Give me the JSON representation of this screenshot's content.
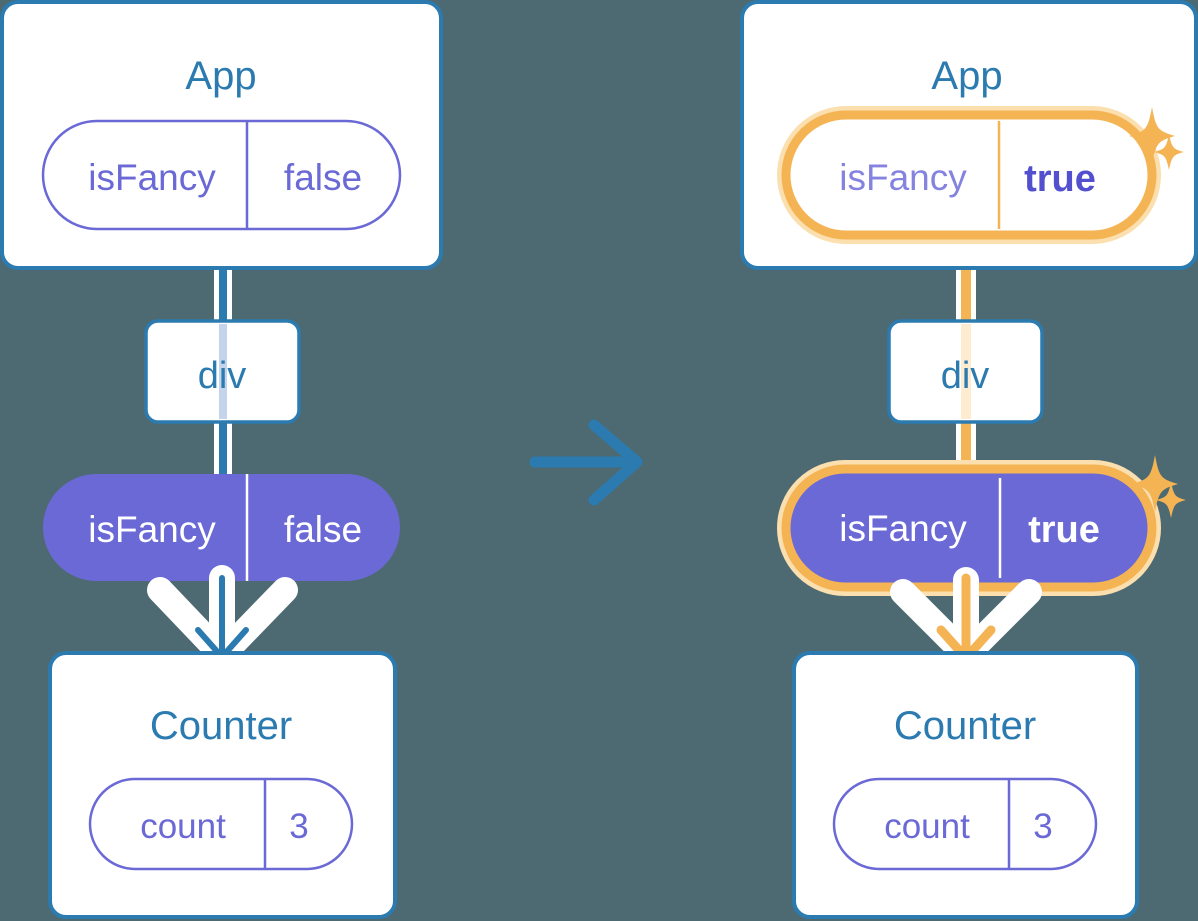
{
  "meta": {
    "title": "State propagation from App down to Counter",
    "background_color": "#4d6a72"
  },
  "colors": {
    "background": "#4d6a72",
    "box_border": "#2b7bb0",
    "box_fill": "#ffffff",
    "title_text": "#2b7bb0",
    "purple": "#6a69d6",
    "purple_text": "#6a69d6",
    "pill_border": "#6a69d6",
    "white": "#ffffff",
    "highlight": "#f5b454",
    "highlight_glow": "#fbdfae",
    "highlight_pale": "#fdeccf",
    "line_blue": "#2b7bb0",
    "line_blue_pale": "#c3d4ec"
  },
  "transition_arrow": {
    "icon": "arrow-right-icon",
    "direction": "right",
    "color": "#2b7bb0"
  },
  "panels": [
    {
      "id": "before",
      "side": "left",
      "highlighted": false,
      "app": {
        "title": "App",
        "pill": {
          "key": "isFancy",
          "value": "false",
          "style": "outline",
          "bold_value": false,
          "highlighted": false
        }
      },
      "div": {
        "label": "div"
      },
      "prop_pill": {
        "key": "isFancy",
        "value": "false",
        "style": "filled",
        "bold_value": false,
        "highlighted": false
      },
      "counter": {
        "title": "Counter",
        "pill": {
          "key": "count",
          "value": "3",
          "style": "outline",
          "bold_value": false,
          "highlighted": false
        }
      },
      "sparkles": []
    },
    {
      "id": "after",
      "side": "right",
      "highlighted": true,
      "app": {
        "title": "App",
        "pill": {
          "key": "isFancy",
          "value": "true",
          "style": "outline",
          "bold_value": true,
          "highlighted": true
        }
      },
      "div": {
        "label": "div"
      },
      "prop_pill": {
        "key": "isFancy",
        "value": "true",
        "style": "filled",
        "bold_value": true,
        "highlighted": true
      },
      "counter": {
        "title": "Counter",
        "pill": {
          "key": "count",
          "value": "3",
          "style": "outline",
          "bold_value": false,
          "highlighted": false
        }
      },
      "sparkles": [
        {
          "name": "sparkle-large-app",
          "size": "large"
        },
        {
          "name": "sparkle-small-app",
          "size": "small"
        },
        {
          "name": "sparkle-large-prop",
          "size": "large"
        },
        {
          "name": "sparkle-small-prop",
          "size": "small"
        }
      ]
    }
  ]
}
